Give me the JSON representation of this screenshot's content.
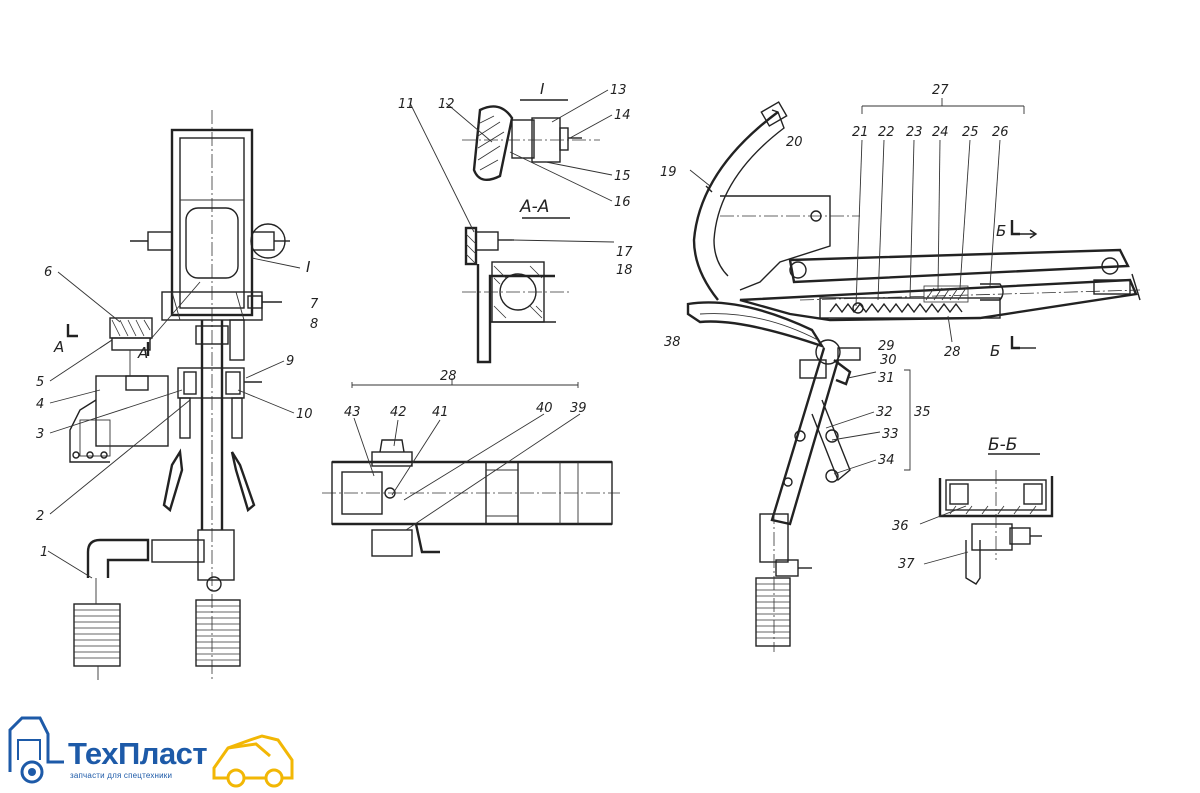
{
  "labels": {
    "n1": "1",
    "n2": "2",
    "n3": "3",
    "n4": "4",
    "n5": "5",
    "n6": "6",
    "n7": "7",
    "n8": "8",
    "n9": "9",
    "n10": "10",
    "n11": "11",
    "n12": "12",
    "n13": "13",
    "n14": "14",
    "n15": "15",
    "n16": "16",
    "n17": "17",
    "n18": "18",
    "n19": "19",
    "n20": "20",
    "n21": "21",
    "n22": "22",
    "n23": "23",
    "n24": "24",
    "n25": "25",
    "n26": "26",
    "n27": "27",
    "n28a": "28",
    "n28b": "28",
    "n29": "29",
    "n30": "30",
    "n31": "31",
    "n32": "32",
    "n33": "33",
    "n34": "34",
    "n35": "35",
    "n36": "36",
    "n37": "37",
    "n38": "38",
    "n39": "39",
    "n40": "40",
    "n41": "41",
    "n42": "42",
    "n43": "43"
  },
  "section_marks": {
    "view_I_callout": "I",
    "view_I_title": "I",
    "section_AA_title": "А-А",
    "section_BB_title": "Б-Б",
    "cut_A_left": "А",
    "cut_A_right": "А",
    "cut_B_top": "Б",
    "cut_B_bottom": "Б"
  },
  "logo": {
    "name": "ТехПласт",
    "tagline": "запчасти для спецтехники",
    "colors": {
      "blue": "#1d5aa8",
      "yellow": "#f2b705"
    }
  }
}
